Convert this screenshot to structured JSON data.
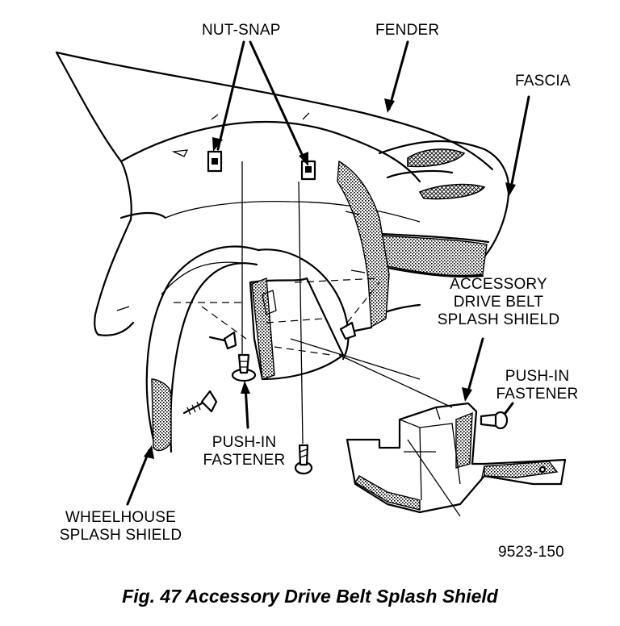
{
  "labels": {
    "nut_snap": "NUT-SNAP",
    "fender": "FENDER",
    "fascia": "FASCIA",
    "accessory_shield": [
      "ACCESSORY",
      "DRIVE BELT",
      "SPLASH SHIELD"
    ],
    "push_in_right": [
      "PUSH-IN",
      "FASTENER"
    ],
    "push_in_center": [
      "PUSH-IN",
      "FASTENER"
    ],
    "wheelhouse_shield": [
      "WHEELHOUSE",
      "SPLASH SHIELD"
    ],
    "figure_number": "9523-150"
  },
  "caption": "Fig. 47 Accessory Drive Belt Splash Shield"
}
